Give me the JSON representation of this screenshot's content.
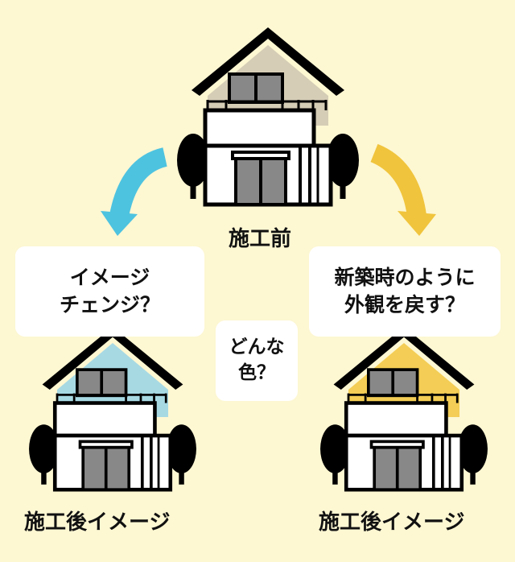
{
  "labels": {
    "before": "施工前",
    "after_left": "施工後イメージ",
    "after_right": "施工後イメージ"
  },
  "bubbles": {
    "left": [
      "イメージ",
      "チェンジ？"
    ],
    "middle": [
      "どんな",
      "色？"
    ],
    "right": [
      "新築時のように",
      "外観を戻す？"
    ]
  },
  "colors": {
    "background": "#fdf7d2",
    "house_before_gable": "#d6cdb6",
    "house_left_gable": "#a7d9e3",
    "house_right_gable": "#f3cd55",
    "arrow_left": "#4dc3e0",
    "arrow_right": "#f0c43c"
  },
  "icons": {
    "arrow_left": "curved-arrow-down-left-icon",
    "arrow_right": "curved-arrow-down-right-icon"
  }
}
